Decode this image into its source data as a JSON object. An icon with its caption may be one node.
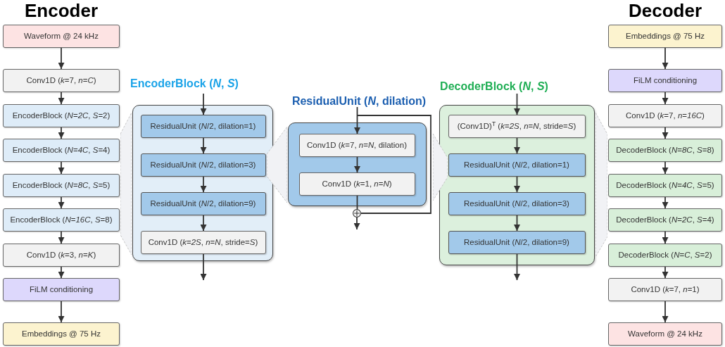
{
  "diagram": {
    "nodes": [
      {
        "text": [
          "Waveform @ 24 kHz"
        ]
      },
      {
        "text": [
          "Conv1D (*k*=7, *n*=*C*)"
        ]
      },
      {
        "text": [
          "EncoderBlock (*N*=*2C*, *S*=2)"
        ]
      },
      {
        "text": [
          "EncoderBlock (*N*=*4C*, *S*=4)"
        ]
      },
      {
        "text": [
          "EncoderBlock (*N*=*8C*, *S*=5)"
        ]
      },
      {
        "text": [
          "EncoderBlock (*N*=*16C*, *S*=8)"
        ]
      },
      {
        "text": [
          "Conv1D (*k*=3, *n*=*K*)"
        ]
      },
      {
        "text": [
          "FiLM conditioning"
        ]
      },
      {
        "text": [
          "Embeddings @ 75 Hz"
        ]
      },
      {
        "text": [
          "EncoderBlock (*N*, *S*)"
        ]
      },
      {
        "text": [
          "ResidualUnit (*N*/2, dilation=1)"
        ],
        "in": 9
      },
      {
        "text": [
          "ResidualUnit (*N*/2, dilation=3)"
        ],
        "in": 9
      },
      {
        "text": [
          "ResidualUnit (*N*/2, dilation=9)"
        ],
        "in": 9
      },
      {
        "text": [
          "Conv1D (*k*=*2S*, *n*=*N*, stride=*S*)"
        ],
        "in": 9
      },
      {
        "text": [
          "ResidualUnit (*N*, dilation)"
        ]
      },
      {
        "text": [
          "Conv1D (*k*=7, *n*=*N*, dilation)"
        ],
        "in": 14
      },
      {
        "text": [
          "Conv1D (*k*=1, *n*=*N*)"
        ],
        "in": 14
      },
      {
        "text": [],
        "shape": "circle"
      },
      {
        "text": [
          "DecoderBlock (*N*, *S*)"
        ]
      },
      {
        "text": [
          "(Conv1D)$^{T}$ (*k*=*2S*, *n*=*N*, stride=*S*)"
        ],
        "in": 18
      },
      {
        "text": [
          "ResidualUnit (*N*/2, dilation=1)"
        ],
        "in": 18
      },
      {
        "text": [
          "ResidualUnit (*N*/2, dilation=3)"
        ],
        "in": 18
      },
      {
        "text": [
          "ResidualUnit (*N*/2, dilation=9)"
        ],
        "in": 18
      },
      {
        "text": [
          "Embeddings @ 75 Hz"
        ]
      },
      {
        "text": [
          "FiLM conditioning"
        ]
      },
      {
        "text": [
          "Conv1D (*k*=7, *n*=*16C*)"
        ]
      },
      {
        "text": [
          "DecoderBlock (*N*=*8C*, *S*=8)"
        ]
      },
      {
        "text": [
          "DecoderBlock (*N*=*4C*, *S*=5)"
        ]
      },
      {
        "text": [
          "DecoderBlock (*N*=*2C*, *S*=4)"
        ]
      },
      {
        "text": [
          "DecoderBlock (*N*=*C*, *S*=2)"
        ]
      },
      {
        "text": [
          "Conv1D (*k*=7, *n*=1)"
        ]
      },
      {
        "text": [
          "Waveform @ 24 kHz"
        ]
      },
      {
        "text": [],
        "shape": "band"
      },
      {
        "text": [],
        "shape": "band"
      },
      {
        "text": [],
        "shape": "band"
      },
      {
        "text": [],
        "shape": "band"
      }
    ],
    "edges": [
      {
        "from": 0,
        "to": 1,
        "arrow": "to"
      },
      {
        "from": 1,
        "to": 2,
        "arrow": "to"
      },
      {
        "from": 2,
        "to": 3,
        "arrow": "to"
      },
      {
        "from": 3,
        "to": 4,
        "arrow": "to"
      },
      {
        "from": 4,
        "to": 5,
        "arrow": "to"
      },
      {
        "from": 5,
        "to": 6,
        "arrow": "to"
      },
      {
        "from": 6,
        "to": 7,
        "arrow": "to"
      },
      {
        "from": 7,
        "to": 8,
        "arrow": "to"
      },
      {
        "from": null,
        "to": 10,
        "arrow": "to"
      },
      {
        "from": 10,
        "to": 11,
        "arrow": "to"
      },
      {
        "from": 11,
        "to": 12,
        "arrow": "to"
      },
      {
        "from": 12,
        "to": 13,
        "arrow": "to"
      },
      {
        "from": 13,
        "to": null,
        "arrow": "to"
      },
      {
        "from": null,
        "to": 15,
        "arrow": "to"
      },
      {
        "from": 15,
        "to": 16,
        "arrow": "to"
      },
      {
        "from": 16,
        "to": 17,
        "arrow": "none"
      },
      {
        "from": 14,
        "to": 17,
        "arrow": "none"
      },
      {
        "from": 17,
        "to": null,
        "arrow": "to"
      },
      {
        "from": null,
        "to": 19,
        "arrow": "to"
      },
      {
        "from": 19,
        "to": 20,
        "arrow": "to"
      },
      {
        "from": 20,
        "to": 21,
        "arrow": "to"
      },
      {
        "from": 21,
        "to": 22,
        "arrow": "to"
      },
      {
        "from": 22,
        "to": null,
        "arrow": "to"
      },
      {
        "from": 23,
        "to": 24,
        "arrow": "to"
      },
      {
        "from": 24,
        "to": 25,
        "arrow": "to"
      },
      {
        "from": 25,
        "to": 26,
        "arrow": "to"
      },
      {
        "from": 26,
        "to": 27,
        "arrow": "to"
      },
      {
        "from": 27,
        "to": 28,
        "arrow": "to"
      },
      {
        "from": 28,
        "to": 29,
        "arrow": "to"
      },
      {
        "from": 29,
        "to": 30,
        "arrow": "to"
      },
      {
        "from": 30,
        "to": 31,
        "arrow": "to"
      }
    ],
    "labels": [
      "Encoder",
      "Decoder"
    ]
  }
}
